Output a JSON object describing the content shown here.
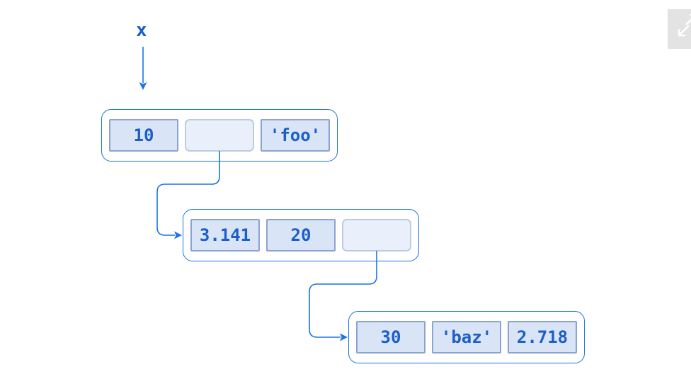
{
  "diagram": {
    "variable": {
      "name": "x"
    },
    "lists": [
      {
        "name": "outer-list",
        "cells": [
          {
            "kind": "value",
            "value": "10"
          },
          {
            "kind": "pointer",
            "value": ""
          },
          {
            "kind": "value",
            "value": "'foo'"
          }
        ]
      },
      {
        "name": "nested-list",
        "cells": [
          {
            "kind": "value",
            "value": "3.141"
          },
          {
            "kind": "value",
            "value": "20"
          },
          {
            "kind": "pointer",
            "value": ""
          }
        ]
      },
      {
        "name": "inner-nested-list",
        "cells": [
          {
            "kind": "value",
            "value": "30"
          },
          {
            "kind": "value",
            "value": "'baz'"
          },
          {
            "kind": "value",
            "value": "2.718"
          }
        ]
      }
    ]
  },
  "controls": {
    "expand_button": {
      "icon": "expand-arrows-icon"
    }
  },
  "colors": {
    "line_blue": "#1b74e8",
    "text_blue": "#1c5fc8",
    "cell_fill": "#d9e4f7",
    "cell_border": "#8ba3d0",
    "pointer_cell_fill": "#eaf0fb",
    "pointer_cell_border": "#becade",
    "button_bg": "#e3e3e3",
    "button_icon": "#ffffff"
  }
}
